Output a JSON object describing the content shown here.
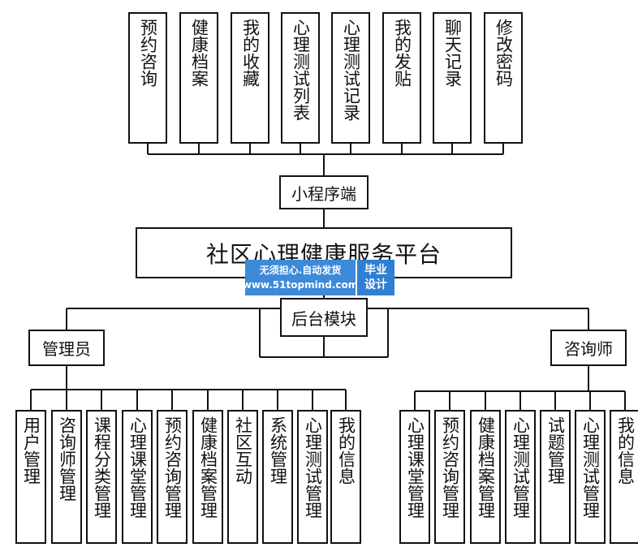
{
  "top_nodes": [
    "预约咨询",
    "健康档案",
    "我的收藏",
    "心理测试列表",
    "心理测试记录",
    "我的发贴",
    "聊天记录",
    "修改密码"
  ],
  "miniprogram_label": "小程序端",
  "platform_title": "社区心理健康服务平台",
  "backend_label": "后台模块",
  "admin_label": "管理员",
  "counselor_label": "咨询师",
  "admin_children": [
    "用户管理",
    "咨询师管理",
    "课程分类管理",
    "心理课堂管理",
    "预约咨询管理",
    "健康档案管理",
    "社区互动",
    "系统管理",
    "心理测试管理",
    "我的信息"
  ],
  "counselor_children": [
    "心理课堂管理",
    "预约咨询管理",
    "健康档案管理",
    "心理测试管理",
    "试题管理",
    "心理测试管理",
    "我的信息"
  ],
  "watermark": {
    "line1": "无须担心.自动发货",
    "line2": "www.51topmind.com",
    "badge1": "毕业",
    "badge2": "设计"
  }
}
